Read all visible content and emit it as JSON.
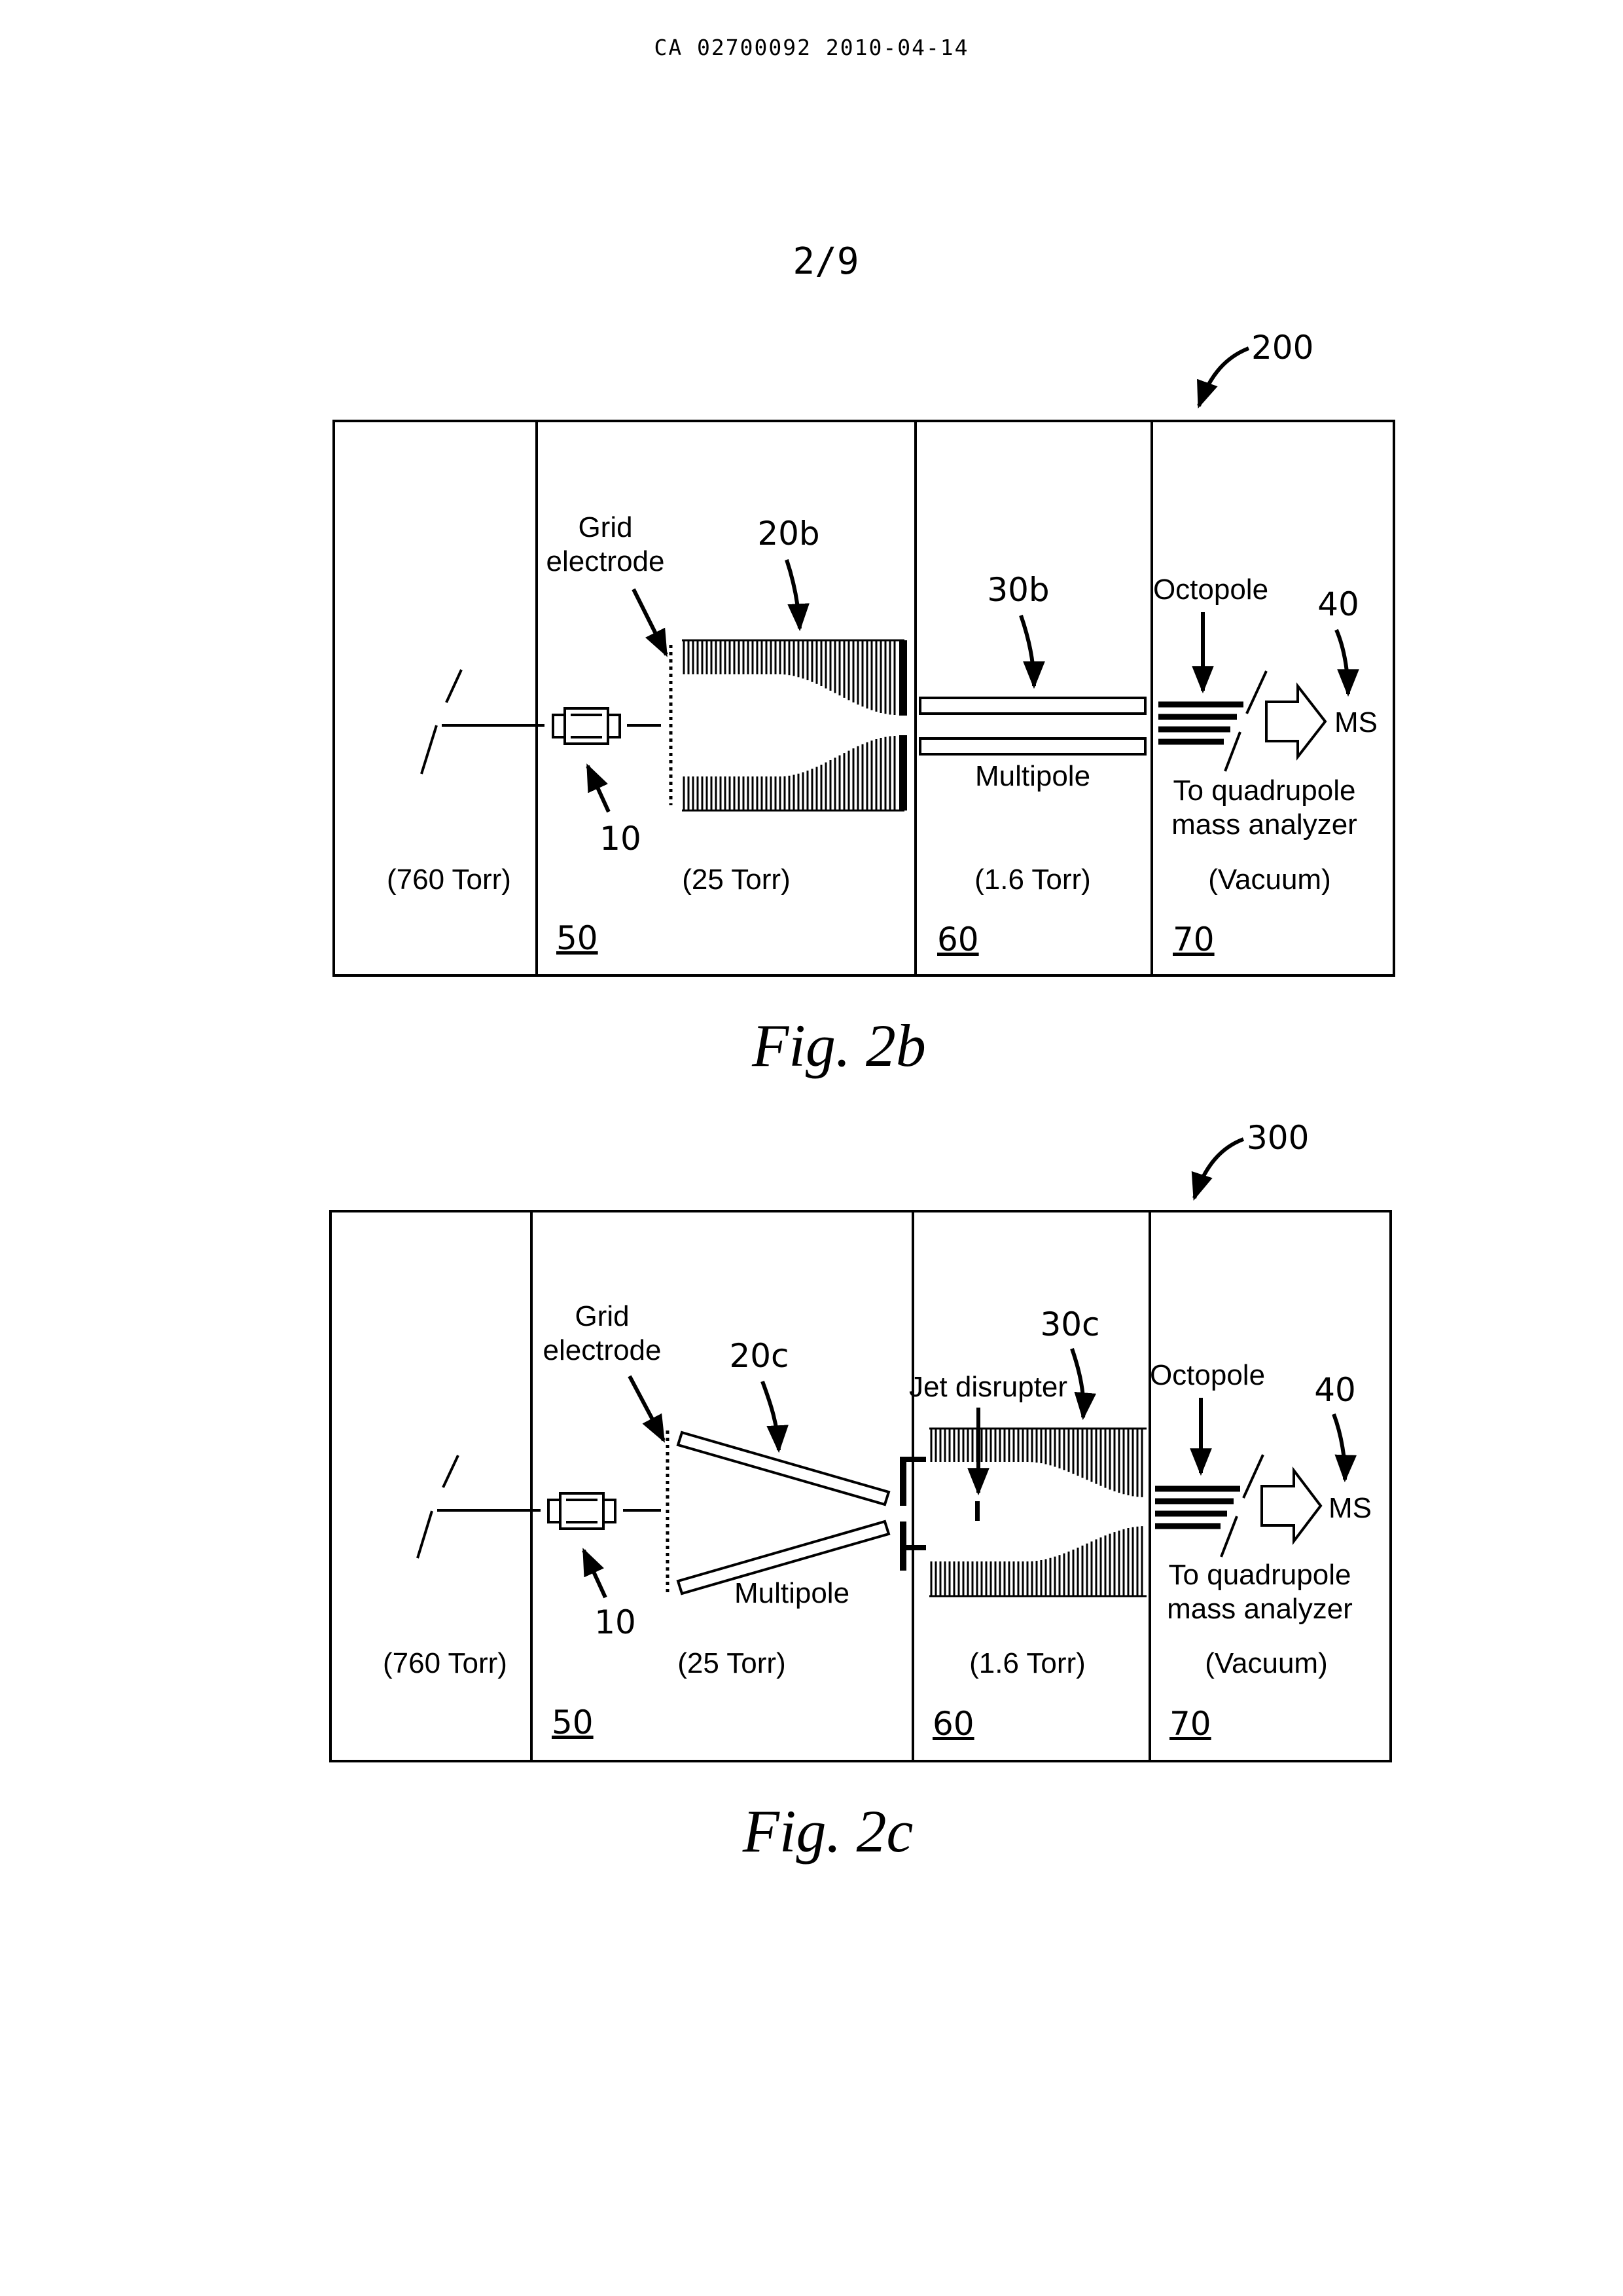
{
  "header": {
    "doc_id": "CA 02700092 2010-04-14",
    "page_no": "2/9"
  },
  "fig2b": {
    "caption": "Fig.  2b",
    "ref": "200",
    "grid": "Grid\nelectrode",
    "label_20": "20b",
    "label_30": "30b",
    "octopole": "Octopole",
    "label_40": "40",
    "ms": "MS",
    "multipole": "Multipole",
    "to_quad": "To quadrupole\nmass analyzer",
    "label_10": "10",
    "pressures": [
      "(760 Torr)",
      "(25 Torr)",
      "(1.6 Torr)",
      "(Vacuum)"
    ],
    "regions": [
      "50",
      "60",
      "70"
    ]
  },
  "fig2c": {
    "caption": "Fig.  2c",
    "ref": "300",
    "grid": "Grid\nelectrode",
    "label_20": "20c",
    "label_30": "30c",
    "jet": "Jet disrupter",
    "octopole": "Octopole",
    "label_40": "40",
    "ms": "MS",
    "multipole": "Multipole",
    "to_quad": "To quadrupole\nmass analyzer",
    "label_10": "10",
    "pressures": [
      "(760 Torr)",
      "(25 Torr)",
      "(1.6 Torr)",
      "(Vacuum)"
    ],
    "regions": [
      "50",
      "60",
      "70"
    ]
  }
}
